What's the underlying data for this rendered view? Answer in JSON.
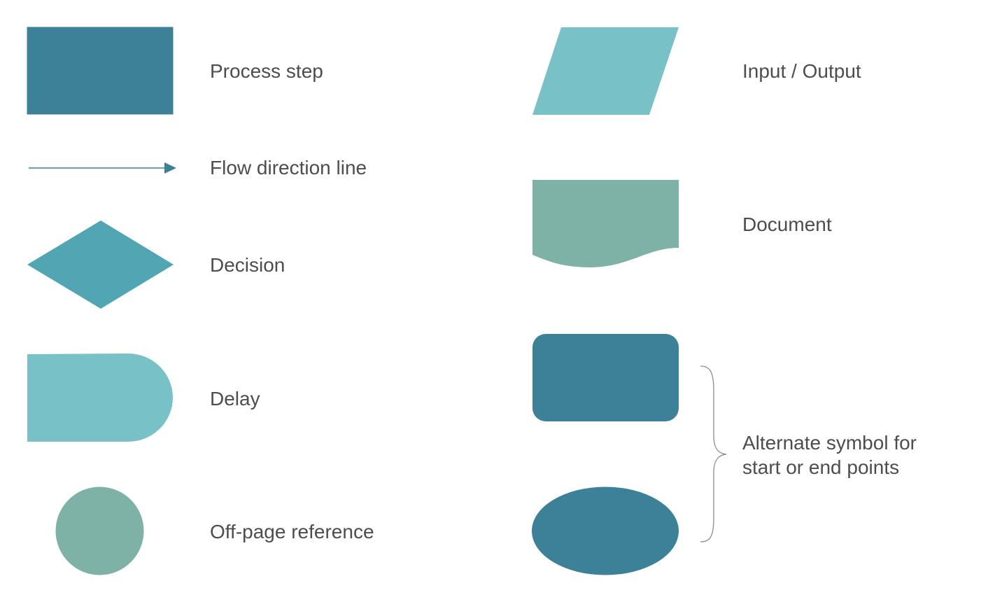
{
  "legend": {
    "process_step": {
      "label": "Process step",
      "color": "#3d8199"
    },
    "flow_direction_line": {
      "label": "Flow direction line",
      "color": "#3d8199"
    },
    "decision": {
      "label": "Decision",
      "color": "#52a6b4"
    },
    "delay": {
      "label": "Delay",
      "color": "#78c1c6"
    },
    "off_page_reference": {
      "label": "Off-page reference",
      "color": "#7fb2a6"
    },
    "input_output": {
      "label": "Input / Output",
      "color": "#78c1c6"
    },
    "document": {
      "label": "Document",
      "color": "#7fb2a6"
    },
    "terminator_rounded": {
      "color": "#3d8199"
    },
    "terminator_ellipse": {
      "color": "#3d8199"
    },
    "alternate_start_end": {
      "line1": "Alternate symbol for",
      "line2": "start or end points"
    }
  },
  "text_color": "#4d4d4d"
}
